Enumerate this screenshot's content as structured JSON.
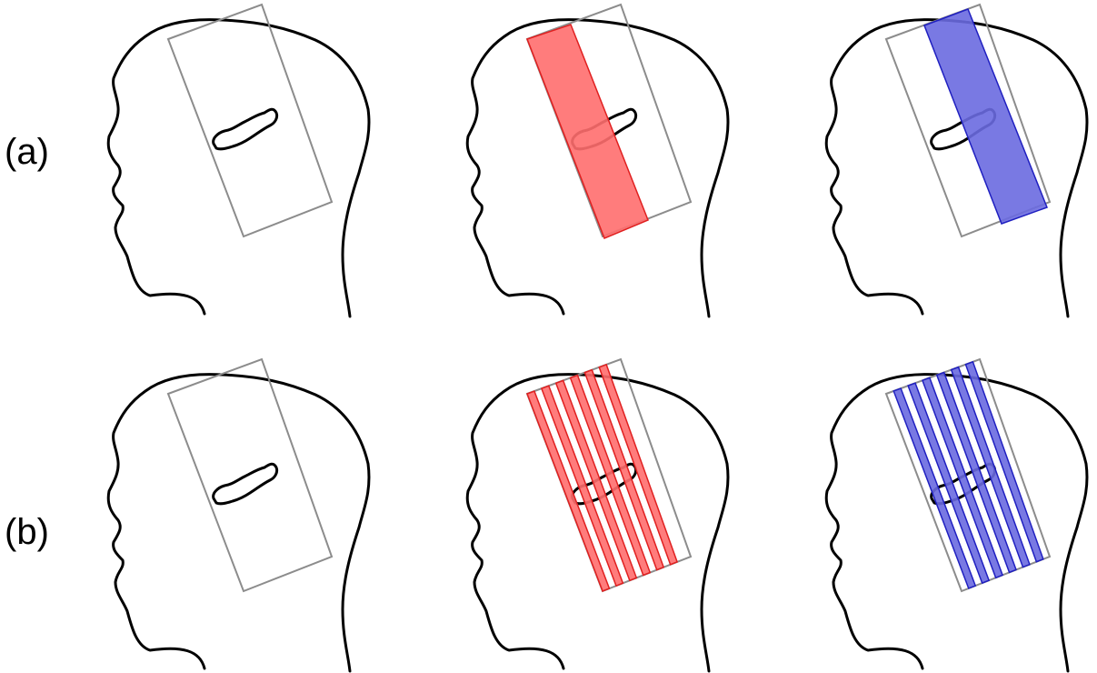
{
  "figure": {
    "rows": [
      {
        "label": "(a)",
        "pattern": "single-band"
      },
      {
        "label": "(b)",
        "pattern": "striped"
      }
    ],
    "columns": [
      "outline",
      "red-coverage",
      "blue-coverage"
    ],
    "stripes_per_panel": 6
  },
  "colors": {
    "outline": "#000000",
    "box": "#8c8c8c",
    "red_fill": "#ff6e6e",
    "red_stroke": "#e02020",
    "blue_fill": "#6a6ae0",
    "blue_stroke": "#2020c0"
  }
}
